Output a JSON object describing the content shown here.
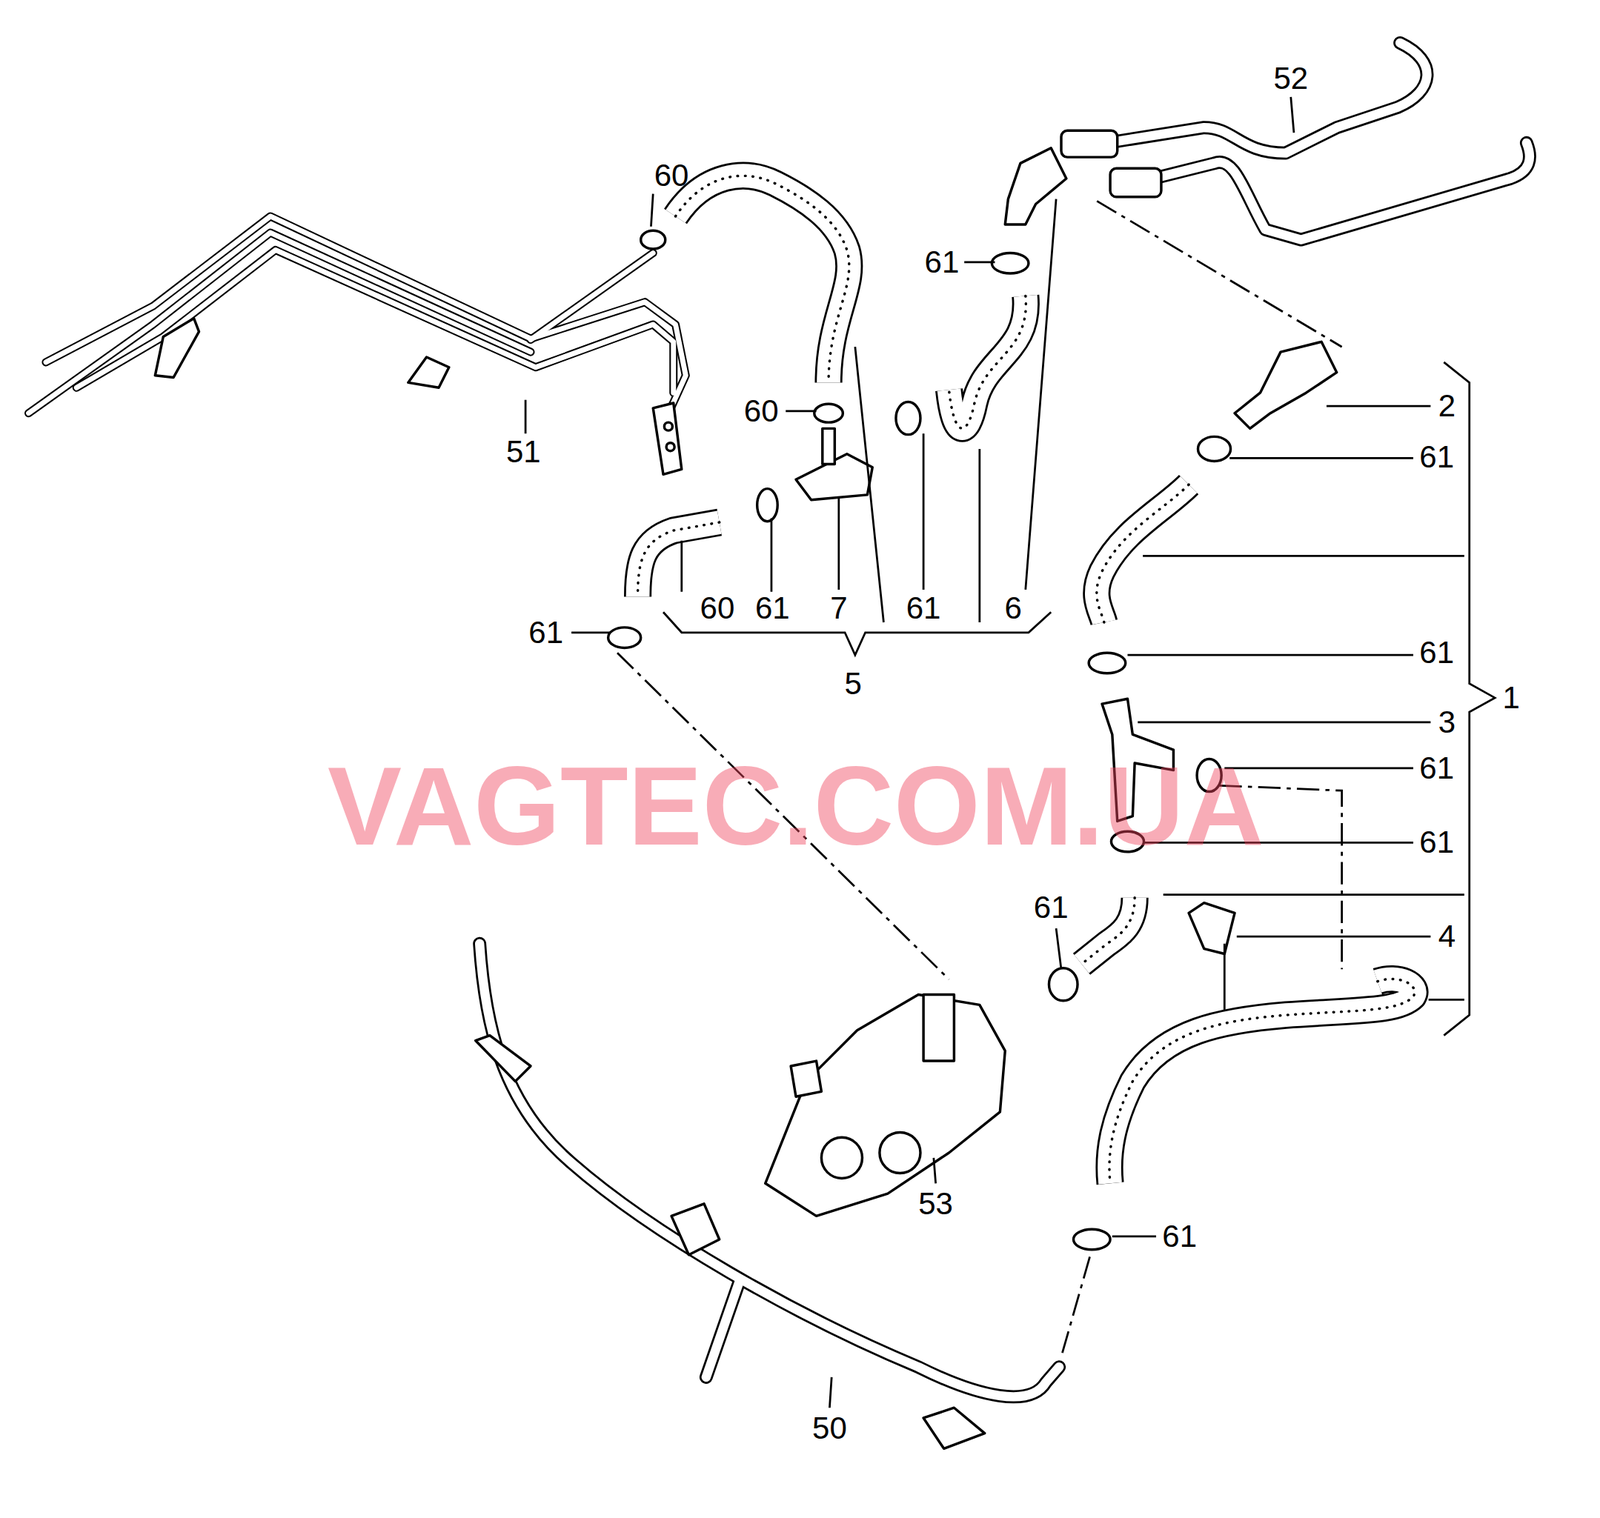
{
  "diagram": {
    "labels": [
      "52",
      "60",
      "61",
      "2",
      "60",
      "61",
      "51",
      "60",
      "61",
      "7",
      "61",
      "6",
      "61",
      "61",
      "5",
      "1",
      "3",
      "61",
      "VAGTEC.COM.UA",
      "61",
      "61",
      "4",
      "53",
      "61",
      "50"
    ]
  }
}
